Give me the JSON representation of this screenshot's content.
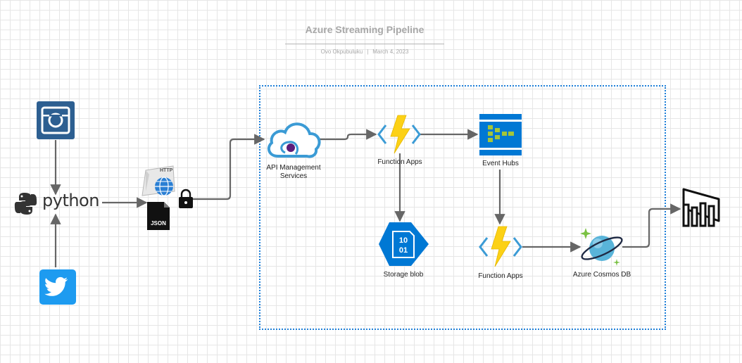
{
  "diagram": {
    "title": "Azure Streaming Pipeline",
    "author": "Ovo Okpubuluku",
    "separator": "|",
    "date": "March 4, 2023"
  },
  "nodes": {
    "instagram": {
      "icon": "instagram-icon"
    },
    "twitter": {
      "icon": "twitter-icon"
    },
    "python": {
      "icon": "python-logo-icon",
      "text": "python"
    },
    "http": {
      "icon": "http-globe-icon",
      "badge": "HTTP"
    },
    "json": {
      "icon": "json-file-icon",
      "badge": "JSON"
    },
    "lock": {
      "icon": "lock-icon"
    },
    "api_management": {
      "icon": "api-management-icon",
      "label_line1": "API Management",
      "label_line2": "Services"
    },
    "function_apps_1": {
      "icon": "function-apps-icon",
      "label": "Function Apps"
    },
    "event_hubs": {
      "icon": "event-hubs-icon",
      "label": "Event Hubs"
    },
    "storage_blob": {
      "icon": "storage-blob-icon",
      "label": "Storage blob",
      "badge_line1": "10",
      "badge_line2": "01"
    },
    "function_apps_2": {
      "icon": "function-apps-icon",
      "label": "Function Apps"
    },
    "cosmos_db": {
      "icon": "cosmos-db-icon",
      "label": "Azure Cosmos DB"
    },
    "power_bi": {
      "icon": "power-bi-icon"
    }
  },
  "colors": {
    "instagram": "#2d5f91",
    "twitter": "#1d9bf0",
    "azure_blue": "#0078d4",
    "function_yellow": "#fcd116",
    "event_hubs_green": "#a4c639",
    "api_purple": "#5c1c7a",
    "connector": "#666666",
    "group_border": "#1e7fd8"
  }
}
